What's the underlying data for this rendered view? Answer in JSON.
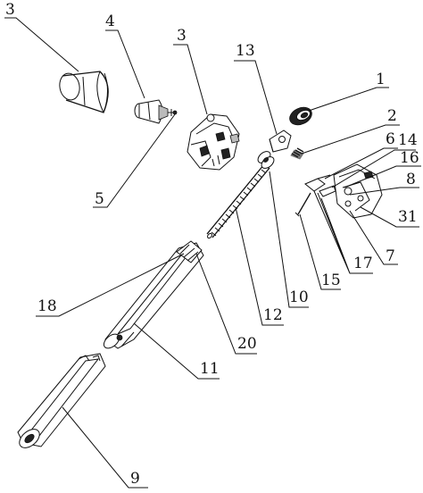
{
  "diagram": {
    "labels": {
      "l1": "1",
      "l2": "2",
      "l3a": "3",
      "l3b": "3",
      "l4": "4",
      "l5": "5",
      "l6": "6",
      "l7": "7",
      "l8": "8",
      "l9": "9",
      "l10": "10",
      "l11": "11",
      "l12": "12",
      "l13": "13",
      "l14": "14",
      "l15": "15",
      "l16": "16",
      "l17": "17",
      "l18": "18",
      "l20": "20",
      "l31": "31"
    }
  }
}
